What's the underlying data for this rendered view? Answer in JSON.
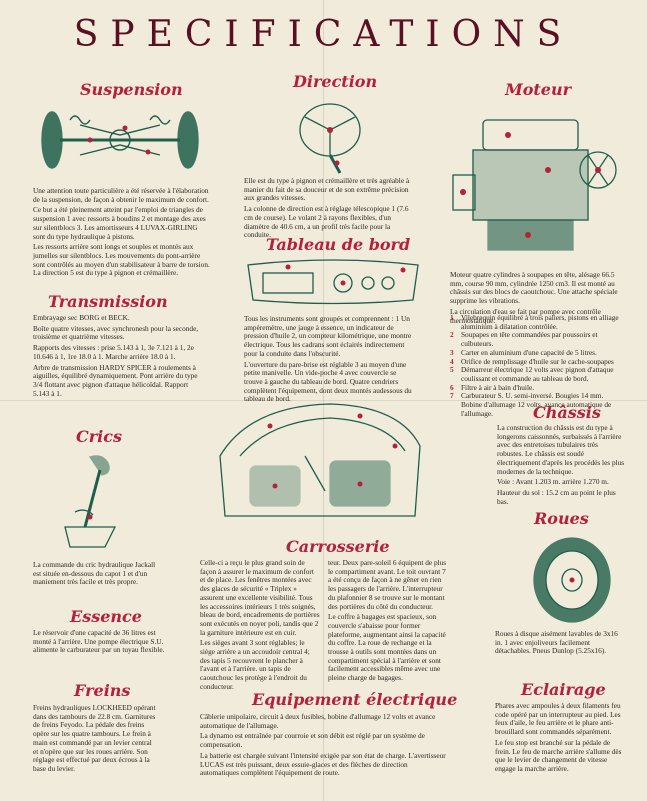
{
  "title": "SPECIFICATIONS",
  "sections": {
    "suspension": {
      "heading": "Suspension",
      "text": [
        "Une attention toute particulière a été réservée à l'élaboration de la suspension, de façon à obtenir le maximum de confort.",
        "Ce but a été pleinement atteint par l'emploi de triangles de suspension 1 avec ressorts à boudins 2 et montage des axes sur silentblocs 3. Les amortisseurs 4 LUVAX-GIRLING sont du type hydraulique à pistons.",
        "Les ressorts arrière sont longs et souples et montés aux jumelles sur silentblocs. Les mouvements du pont-arrière sont contrôlés au moyen d'un stabilisateur à barre de torsion. La direction 5 est du type à pignon et crémaillère."
      ]
    },
    "direction": {
      "heading": "Direction",
      "text": [
        "Elle est du type à pignon et crémaillère et très agréable à manier du fait de sa douceur et de son extrême précision aux grandes vitesses.",
        "La colonne de direction est à réglage télescopique 1 (7.6 cm de course). Le volant 2 à rayons flexibles, d'un diamètre de 40.6 cm, a un profil très facile pour la conduite."
      ]
    },
    "moteur": {
      "heading": "Moteur",
      "intro": [
        "Moteur quatre cylindres à soupapes en tête, alésage 66.5 mm, course 90 mm, cylindrée 1250 cm3. Il est monté au châssis sur des blocs de caoutchouc. Une attache spéciale supprime les vibrations.",
        "La circulation d'eau se fait par pompe avec contrôle thermostatique."
      ],
      "items": [
        {
          "n": "1",
          "text": "Vilebrequin équilibré à trois paliers, pistons en alliage aluminium à dilatation contrôlée."
        },
        {
          "n": "2",
          "text": "Soupapes en tête commandées par poussoirs et culbuteurs."
        },
        {
          "n": "3",
          "text": "Carter en aluminium d'une capacité de 5 litres."
        },
        {
          "n": "4",
          "text": "Orifice de remplissage d'huile sur le cache-soupapes"
        },
        {
          "n": "5",
          "text": "Démarreur électrique 12 volts avec pignon d'attaque coulissant et commande au tableau de bord."
        },
        {
          "n": "6",
          "text": "Filtre à air à bain d'huile."
        },
        {
          "n": "7",
          "text": "Carburateur S. U. semi-inversé. Bougies 14 mm. Bobine d'allumage 12 volts, avance automatique de l'allumage."
        }
      ]
    },
    "tableau": {
      "heading": "Tableau de bord",
      "text": [
        "Tous les instruments sont groupés et comprennent : 1 Un ampèremètre, une jauge à essence, un indicateur de pression d'huile 2, un compteur kilométrique, une montre électrique. Tous les cadrans sont éclairés indirectement pour la conduite dans l'obscurité.",
        "L'ouverture du pare-brise est réglable 3 au moyen d'une petite manivelle. Un vide-poche 4 avec couvercle se trouve à gauche du tableau de bord. Quatre cendriers complètent l'équipement, dont deux montés audessous du tableau de bord."
      ]
    },
    "transmission": {
      "heading": "Transmission",
      "text": [
        "Embrayage sec BORG et BECK.",
        "Boîte quatre vitesses, avec synchronesh pour la seconde, troisième et quatrième vitesses.",
        "Rapports des vitesses : prise 5.143 à 1, 3e 7.121 à 1, 2e 10.646 à 1, 1re 18.0 à 1. Marche arrière 18.0 à 1.",
        "Arbre de transmission HARDY SPICER à roulements à aiguilles, équilibré dynamiquement. Pont arrière du type 3/4 flottant avec pignon d'attaque hélicoïdal. Rapport 5.143 à 1."
      ]
    },
    "chassis": {
      "heading": "Châssis",
      "text": [
        "La construction du châssis est du type à longerons caissonnés, surbaissés à l'arrière avec des entretoises tubulaires très robustes. Le châssis est soudé électriquement d'après les procédés les plus modernes de la technique.",
        "Voie : Avant 1.203 m. arrière 1.270 m.",
        "Hauteur du sol : 15.2 cm au point le plus bas."
      ]
    },
    "crics": {
      "heading": "Crics",
      "text": [
        "La commande du cric hydraulique Jackall est située en-dessous du capot 1 et d'un maniement très facile et très propre."
      ]
    },
    "carrosserie": {
      "heading": "Carrosserie",
      "col1": [
        "Celle-ci a reçu le plus grand soin de façon à assurer le maximum de confort et de place. Les fenêtres montées avec des glaces de sécurité « Triplex » assurent une excellente visibilité. Tous les accessoires intérieurs 1 très soignés, bleau de bord, encadrements de portières sont exécutés en noyer poli, tandis que 2 la garniture intérieure est en cuir.",
        "Les sièges avant 3 sont réglables; le siège arrière a un accoudoir central 4; des tapis 5 recouvrent le plancher à l'avant et à l'arrière. un tapis de caoutchouc les protège à l'endroit du conducteur."
      ],
      "col2": [
        "teur. Deux pare-soleil 6 équipent de plus le compartiment avant. Le toit ouvrant 7 a été conçu de façon à ne gêner en rien les passagers de l'arrière. L'interrupteur du plafonnier 8 se trouve sur le montant des portières du côté du conducteur.",
        "Le coffre à bagages est spacieux, son couvercle s'abaisse pour former plateforme, augmentant ainsi la capacité du coffre. La roue de rechange et la trousse à outils sont montées dans un compartiment spécial à l'arrière et sont facilement accessibles même avec une pleine charge de bagages."
      ]
    },
    "roues": {
      "heading": "Roues",
      "text": [
        "Roues à disque aisément lavables de 3x16 in. 1 avec enjoliveurs facilement détachables. Pneus Dunlop (5.25x16)."
      ]
    },
    "essence": {
      "heading": "Essence",
      "text": [
        "Le réservoir d'une capacité de 36 litres est monté à l'arrière. Une pompe électrique S.U. alimente le carburateur par un tuyau flexible."
      ]
    },
    "freins": {
      "heading": "Freins",
      "text": [
        "Freins hydrauliques LOCKHEED opérant dans des tambours de 22.8 cm. Garnitures de freins Feyodo. La pédale des freins opère sur les quatre tambours. Le frein à main est commandé par un levier central et n'opère que sur les roues arrière. Son réglage est effectué par deux écrous à la base du levier."
      ]
    },
    "electrique": {
      "heading": "Equipement électrique",
      "col1": [
        "Câblerie unipolaire, circuit à deux fusibles, bobine d'allumage 12 volts et avance automatique de l'allumage.",
        "La dynamo est entraînée par courroie et son débit est réglé par un système de compensation.",
        "La batterie est chargée suivant l'intensité exigée par son état de charge. L'avertisseur LUCAS est très puissant, deux essuie-glaces et des flèches de direction automatiques complètent l'équipement de route."
      ]
    },
    "eclairage": {
      "heading": "Eclairage",
      "text": [
        "Phares avec ampoules à deux filaments feu code opéré par un interrupteur au pied. Les feux d'aile, le feu arrière et le phare anti-brouillard sont commandés séparément.",
        "Le feu stop est branché sur la pédale de frein. Le feu de marche arrière s'allume dès que le levier de changement de vitesse engage la marche arrière."
      ]
    }
  },
  "colors": {
    "title": "#5a1020",
    "heading": "#b5203a",
    "illustration": "#1f5f4a",
    "paper": "#f1ebdb"
  }
}
